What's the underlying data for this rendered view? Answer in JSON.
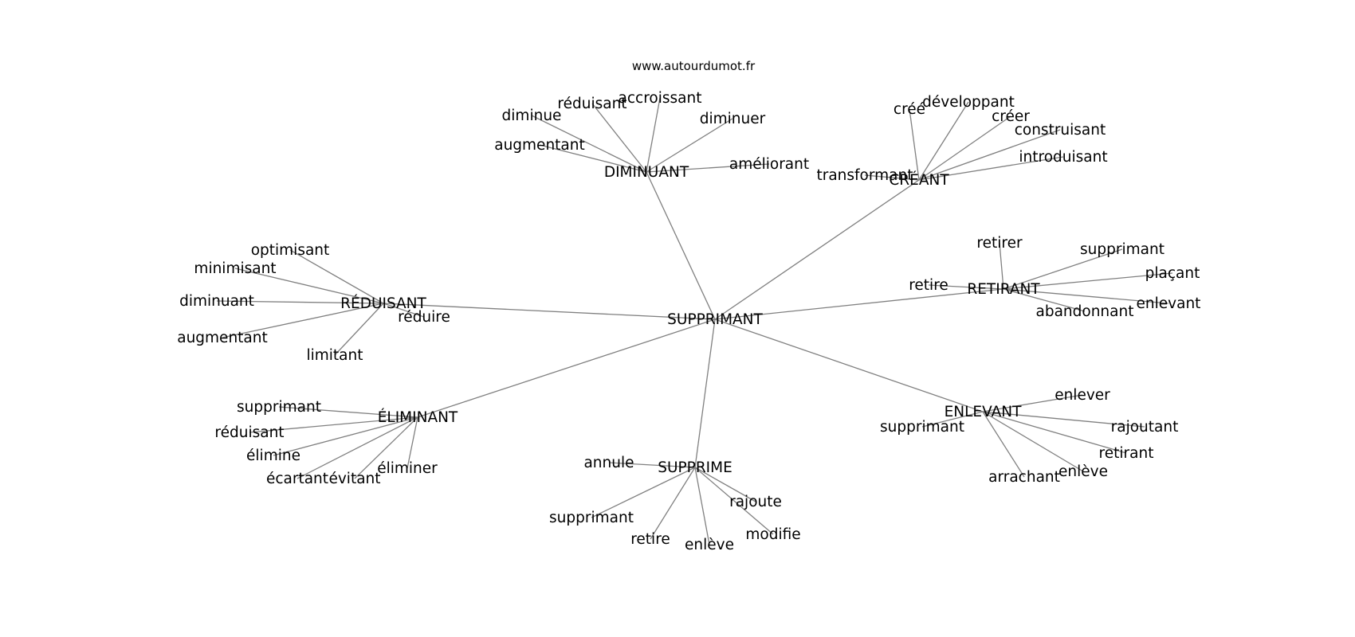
{
  "source": "www.autourdumot.fr",
  "colors": {
    "edge": "#808080",
    "text": "#000000",
    "background": "#ffffff"
  },
  "root": "SUPPRIMANT",
  "groups": [
    {
      "hub": "DIMINUANT",
      "words": [
        "accroissant",
        "réduisant",
        "diminue",
        "augmentant",
        "diminuer",
        "améliorant"
      ]
    },
    {
      "hub": "CRÉANT",
      "words": [
        "créé",
        "développant",
        "créer",
        "construisant",
        "introduisant",
        "transformant"
      ]
    },
    {
      "hub": "RÉDUISANT",
      "words": [
        "optimisant",
        "minimisant",
        "diminuant",
        "augmentant",
        "limitant",
        "réduire"
      ]
    },
    {
      "hub": "RETIRANT",
      "words": [
        "retirer",
        "supprimant",
        "plaçant",
        "enlevant",
        "abandonnant",
        "retire"
      ]
    },
    {
      "hub": "ÉLIMINANT",
      "words": [
        "supprimant",
        "réduisant",
        "élimine",
        "écartant",
        "évitant",
        "éliminer"
      ]
    },
    {
      "hub": "SUPPRIME",
      "words": [
        "annule",
        "supprimant",
        "retire",
        "enlève",
        "modifie",
        "rajoute"
      ]
    },
    {
      "hub": "ENLEVANT",
      "words": [
        "enlever",
        "rajoutant",
        "retirant",
        "enlève",
        "arrachant",
        "supprimant"
      ]
    }
  ]
}
